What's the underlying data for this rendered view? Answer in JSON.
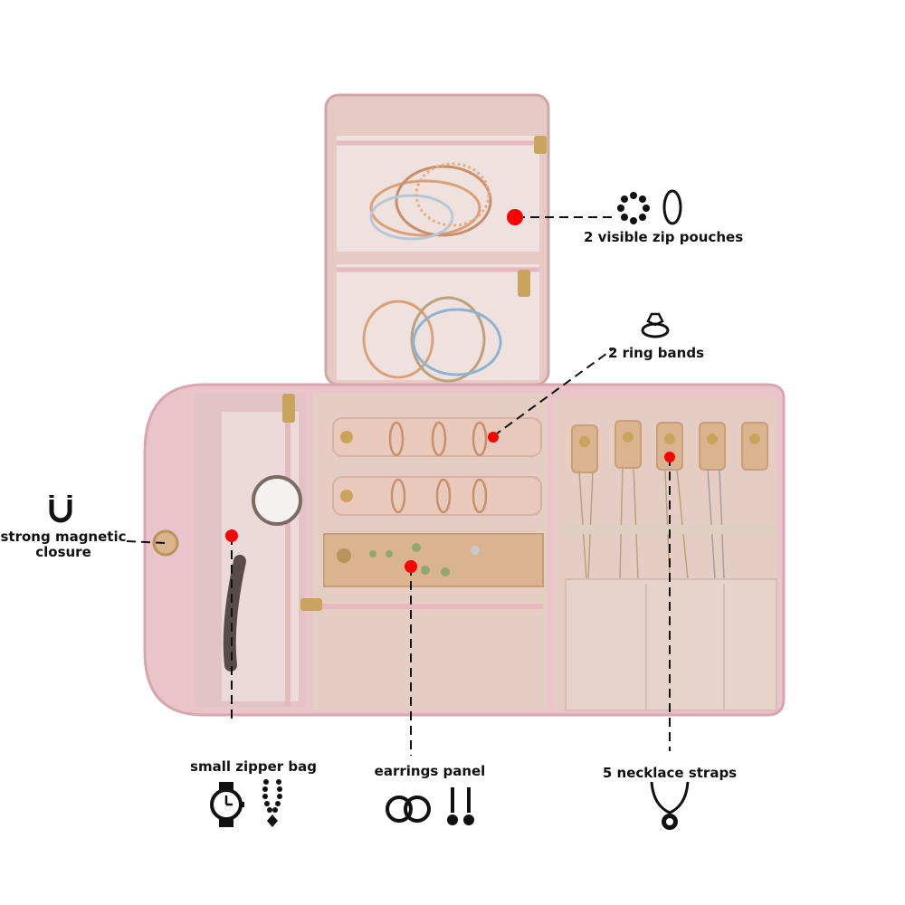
{
  "annotations": {
    "zip_pouches": "2 visible zip pouches",
    "ring_bands": "2 ring bands",
    "magnetic_line1": "strong magnetic",
    "magnetic_line2": "closure",
    "zipper_bag": "small zipper bag",
    "earrings_panel": "earrings panel",
    "necklace_straps": "5 necklace straps"
  },
  "icons": [
    "beaded-bracelet-icon",
    "bangle-icon",
    "ring-icon",
    "magnet-icon",
    "watch-icon",
    "bead-necklace-icon",
    "hoop-earrings-icon",
    "stud-earrings-icon",
    "pendant-necklace-icon"
  ],
  "colors": {
    "case_pink": "#e9c4cb",
    "lining": "#e6cdc4",
    "leather": "#d9b48e",
    "marker_red": "#ff0000",
    "zipper_gold": "#c8a45c"
  }
}
